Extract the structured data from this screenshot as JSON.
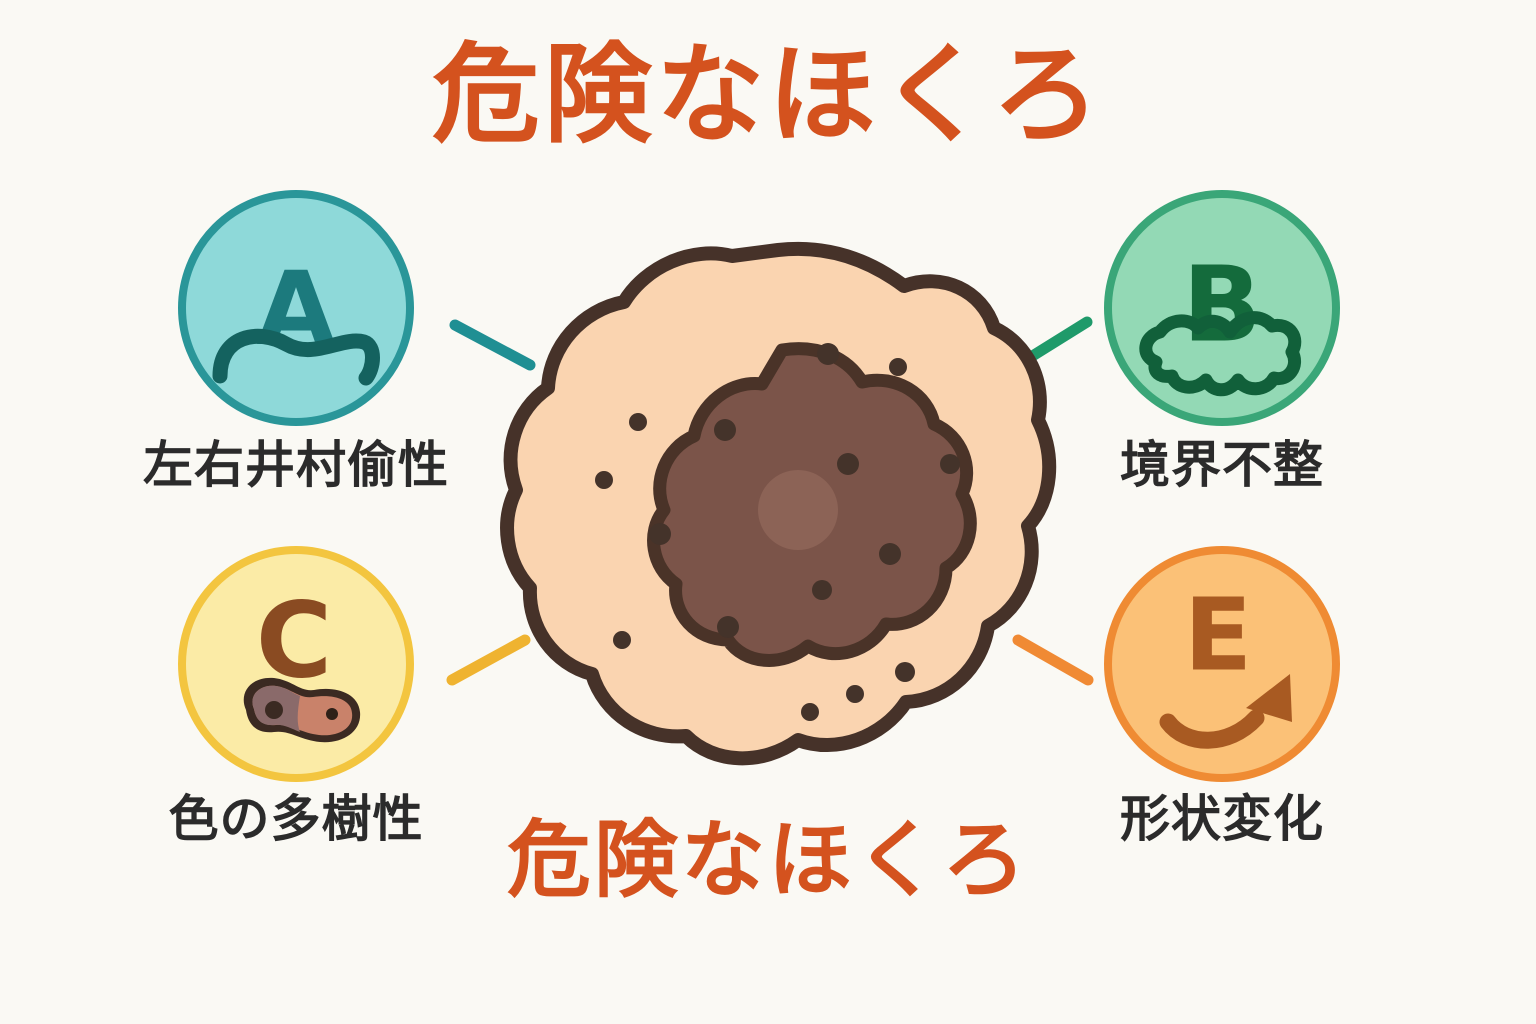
{
  "page": {
    "title_top": "危険なほくろ",
    "title_bottom": "危険なほくろ",
    "background_color": "#faf9f4",
    "title_color": "#d4521e"
  },
  "badges": [
    {
      "key": "a",
      "letter": "A",
      "label": "左右井村偷性",
      "icon": "asymmetry-wave-icon",
      "fill_color": "#8ed9d9",
      "stroke_color": "#2a9699",
      "letter_color": "#1c7a7d",
      "connector_color": "#1f8f93"
    },
    {
      "key": "b",
      "letter": "B",
      "label": "境界不整",
      "icon": "irregular-border-icon",
      "fill_color": "#93d9b5",
      "stroke_color": "#3aa678",
      "letter_color": "#146b3c",
      "connector_color": "#1f9a6a"
    },
    {
      "key": "c",
      "letter": "C",
      "label": "色の多樹性",
      "icon": "color-variation-mole-icon",
      "fill_color": "#fbeba6",
      "stroke_color": "#f3c53f",
      "letter_color": "#8a4b22",
      "connector_color": "#efb330"
    },
    {
      "key": "e",
      "letter": "E",
      "label": "形状変化",
      "icon": "evolving-arrow-icon",
      "fill_color": "#fbc177",
      "stroke_color": "#ef8b33",
      "letter_color": "#a85a22",
      "connector_color": "#f08a34"
    }
  ],
  "lesion": {
    "name": "irregular-mole-illustration",
    "skin_fill": "#fad4b0",
    "outline_color": "#463229",
    "mole_fill": "#7b5449",
    "mole_outline": "#4a3328",
    "center_spot": "#8c6356",
    "dot_color": "#44332a",
    "dot_count": 14
  }
}
